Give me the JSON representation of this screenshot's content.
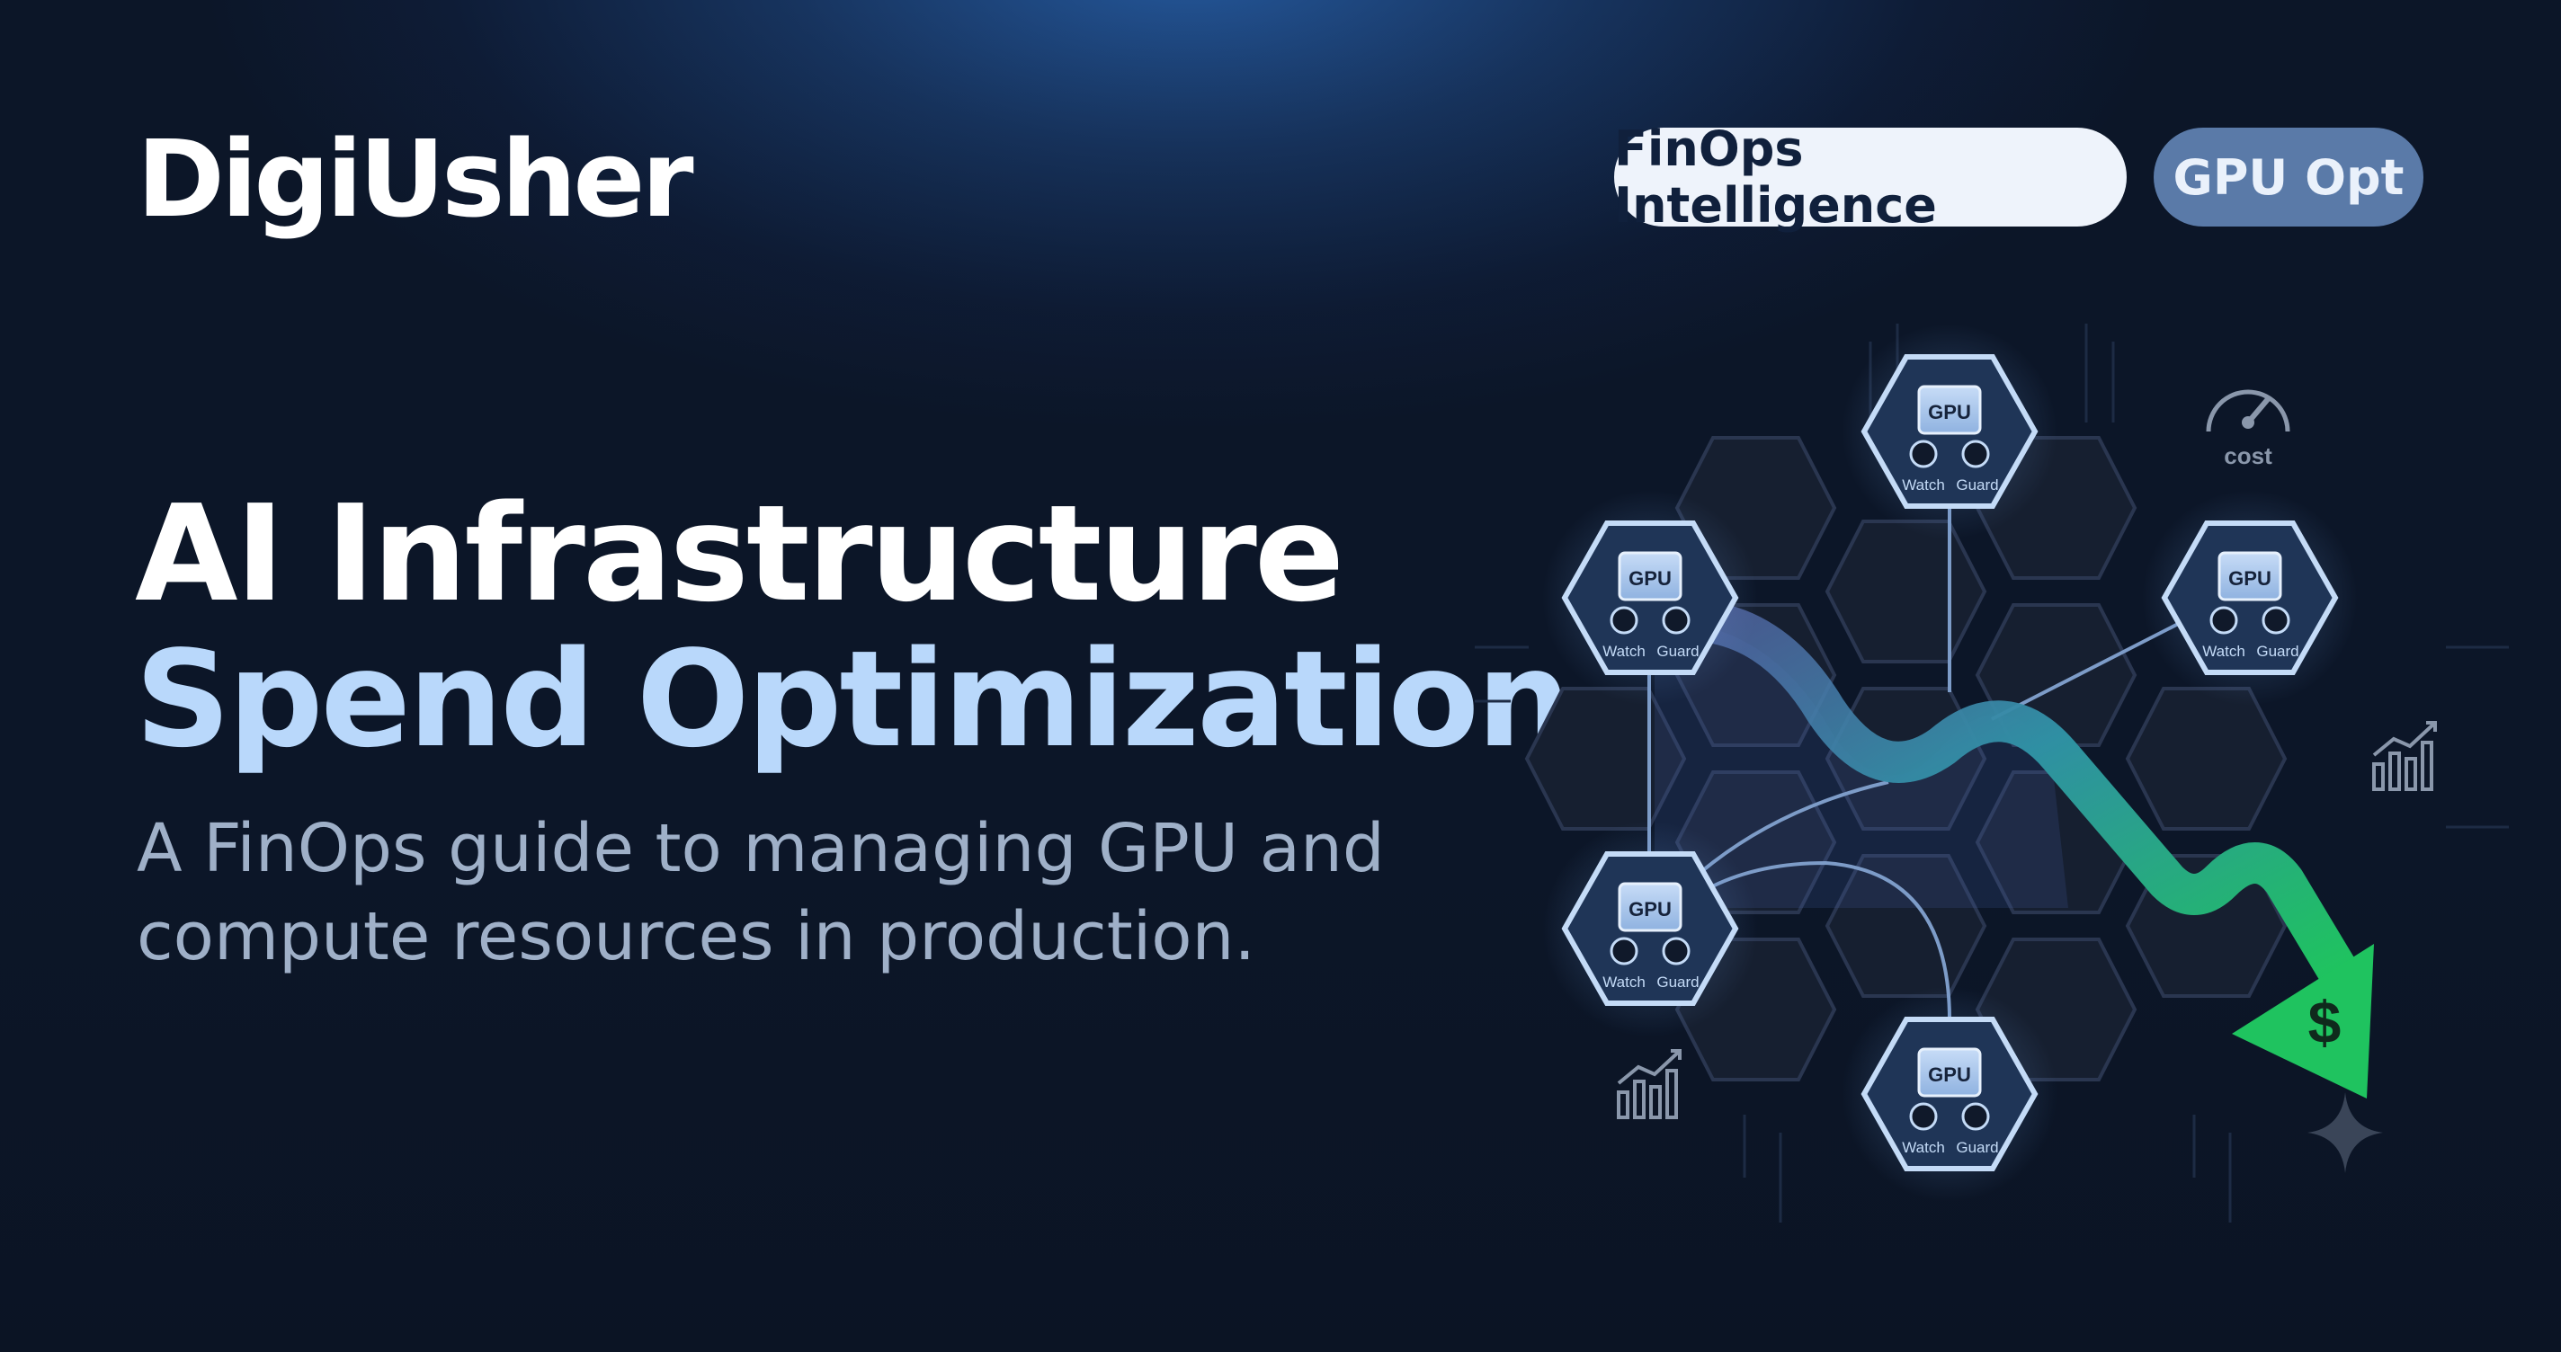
{
  "brand": {
    "name": "DigiUsher"
  },
  "tags": [
    {
      "label": "FinOps Intelligence"
    },
    {
      "label": "GPU Opt"
    }
  ],
  "headline": {
    "line1": "AI Infrastructure",
    "line2": "Spend Optimization"
  },
  "subtitle": "A FinOps guide to managing GPU and compute resources in production.",
  "illustration": {
    "chip_label": "GPU",
    "watch_label": "Watch",
    "guard_label": "Guard",
    "cost_gauge_label": "cost",
    "currency_symbol": "$",
    "icons": [
      "gpu-chip-icon",
      "clock-icon",
      "shield-icon",
      "cost-gauge-icon",
      "bar-chart-trend-icon",
      "sparkle-icon",
      "down-arrow-icon"
    ]
  },
  "colors": {
    "background": "#0c1628",
    "accent_blue": "#b9d8fb",
    "arrow_green": "#1fc35f",
    "pill_light": "#eef3fb",
    "pill_dark": "#5a7aa8"
  }
}
